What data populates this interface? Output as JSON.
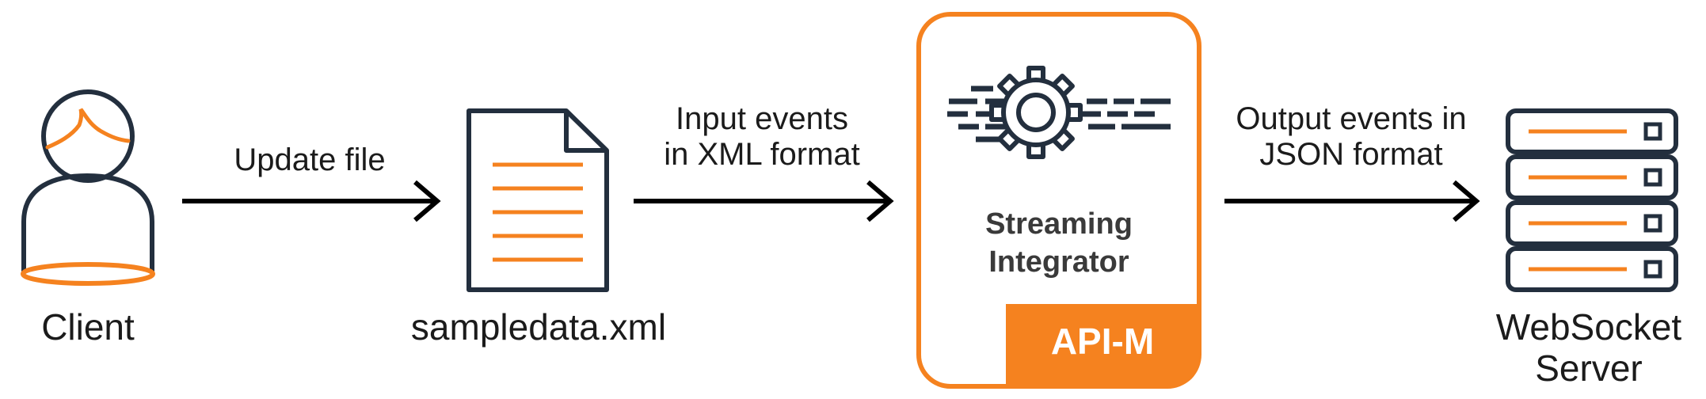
{
  "colors": {
    "accent": "#f5821f",
    "stroke": "#232f3e",
    "text": "#1b1b1b",
    "badge_text": "#ffffff"
  },
  "nodes": {
    "client": {
      "label": "Client",
      "icon": "user-icon"
    },
    "file": {
      "label": "sampledata.xml",
      "icon": "document-icon"
    },
    "integrator": {
      "label_line1": "Streaming",
      "label_line2": "Integrator",
      "badge": "API-M",
      "icon": "gear-stream-icon"
    },
    "server": {
      "label_line1": "WebSocket",
      "label_line2": "Server",
      "icon": "server-rack-icon"
    }
  },
  "edges": [
    {
      "from": "client",
      "to": "file",
      "label_line1": "Update file",
      "label_line2": ""
    },
    {
      "from": "file",
      "to": "integrator",
      "label_line1": "Input events",
      "label_line2": "in XML format"
    },
    {
      "from": "integrator",
      "to": "server",
      "label_line1": "Output events in",
      "label_line2": "JSON format"
    }
  ]
}
